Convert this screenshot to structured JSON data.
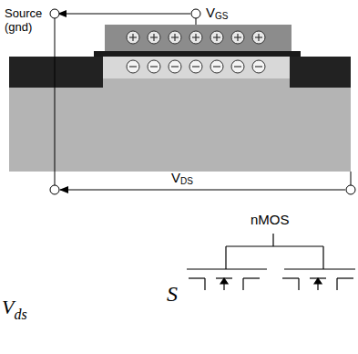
{
  "diagram": {
    "labels": [
      "Source (gnd)",
      "V",
      "GS",
      "V",
      "DS",
      "V",
      "ds",
      "nMOS",
      "S"
    ]
  }
}
